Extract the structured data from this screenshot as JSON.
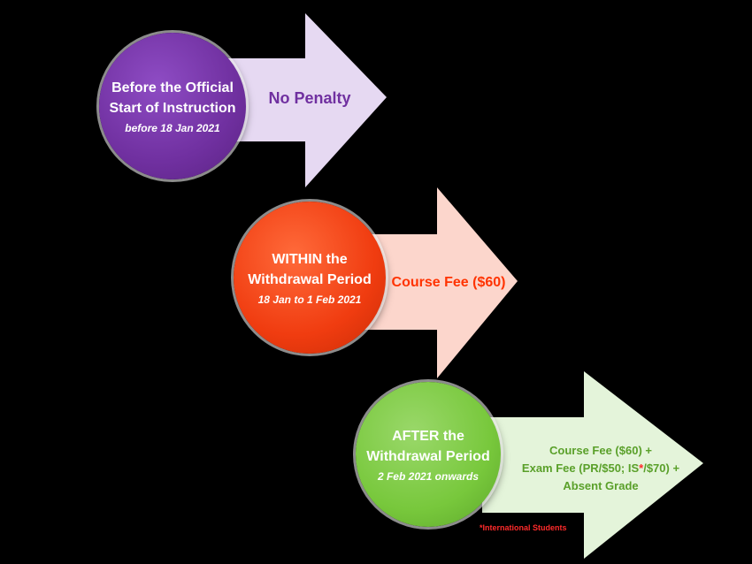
{
  "stages": [
    {
      "title_line1": "Before the Official",
      "title_line2": "Start of Instruction",
      "date": "before 18 Jan 2021",
      "penalty": "No Penalty",
      "circle_color": "#7030a0",
      "arrow_color": "#e6d9f2",
      "text_color": "#7030a0"
    },
    {
      "title_line1": "WITHIN the",
      "title_line2": "Withdrawal Period",
      "date": "18 Jan to 1 Feb 2021",
      "penalty": "Course Fee ($60)",
      "circle_color": "#f03c10",
      "arrow_color": "#fcd6cc",
      "text_color": "#ff3300"
    },
    {
      "title_line1": "AFTER the",
      "title_line2": "Withdrawal Period",
      "date": "2 Feb 2021 onwards",
      "penalty_line1": "Course Fee ($60) +",
      "penalty_line2_a": "Exam Fee (PR/$50; IS",
      "penalty_line2_star": "*",
      "penalty_line2_b": "/$70) +",
      "penalty_line3": "Absent Grade",
      "circle_color": "#78c83c",
      "arrow_color": "#e4f4da",
      "text_color": "#5aa02a"
    }
  ],
  "footnote": "*International Students",
  "footnote_color": "#ff2a2a"
}
